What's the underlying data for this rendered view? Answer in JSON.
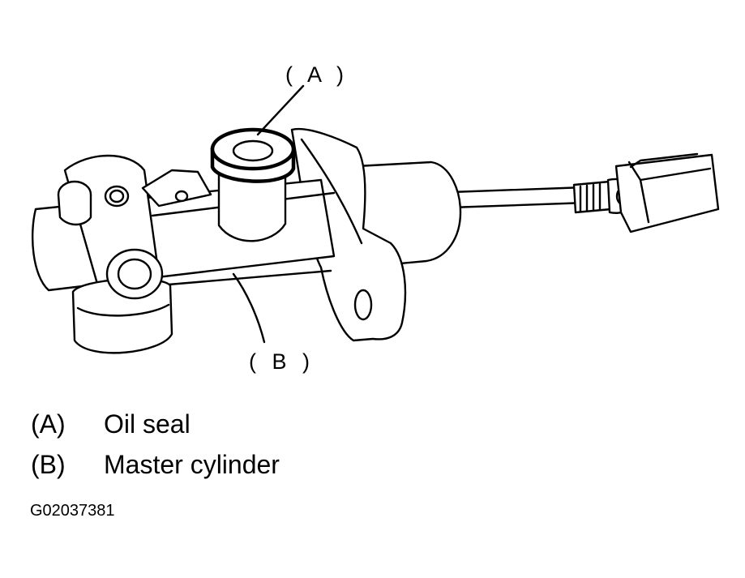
{
  "diagram": {
    "callouts": {
      "a": "( A )",
      "b": "( B )"
    },
    "legend": [
      {
        "key": "(A)",
        "text": "Oil seal"
      },
      {
        "key": "(B)",
        "text": "Master cylinder"
      }
    ],
    "figure_id": "G02037381"
  }
}
